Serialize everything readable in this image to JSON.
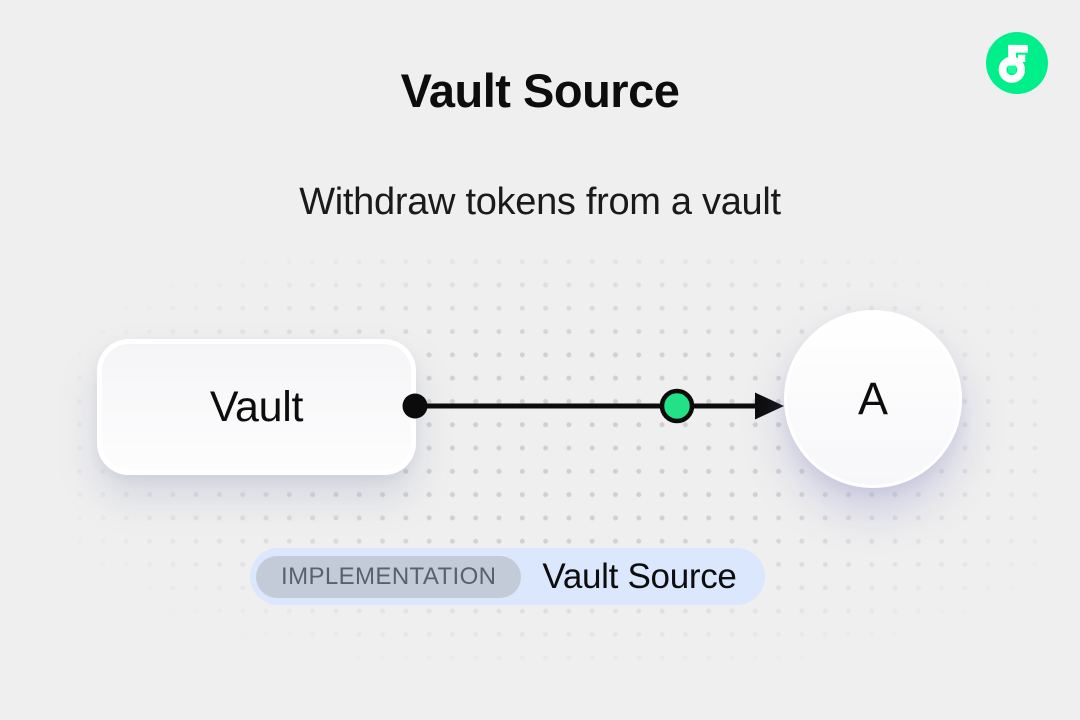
{
  "page": {
    "title": "Vault Source",
    "subtitle": "Withdraw tokens from a vault"
  },
  "logo": {
    "name": "flow-logo",
    "bg_color": "#00EF8B",
    "accent_color": "#16FF99"
  },
  "diagram": {
    "source_node": {
      "label": "Vault"
    },
    "target_node": {
      "label": "A"
    },
    "connector": {
      "line_color": "#0b0b0b",
      "marker_color": "#23E187",
      "marker_stroke": "#0b0b0b"
    }
  },
  "badge": {
    "tag": "IMPLEMENTATION",
    "label": "Vault Source",
    "bg": "#DBE7FC",
    "tag_bg": "#C3CBD9",
    "tag_color": "#5A616E"
  },
  "colors": {
    "background": "#EFEFEF",
    "dot": "#CDCDD0",
    "text": "#0d0d0d"
  }
}
